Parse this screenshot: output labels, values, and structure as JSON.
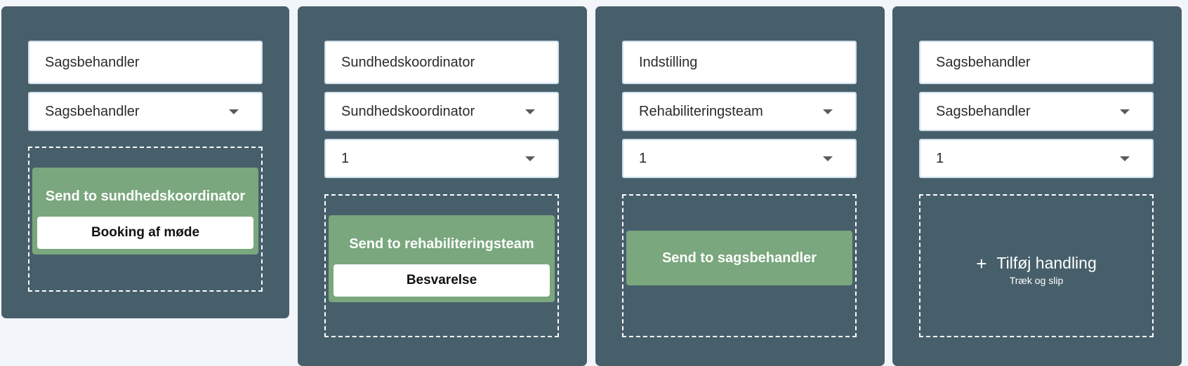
{
  "columns": [
    {
      "name_value": "Sagsbehandler",
      "role_select": "Sagsbehandler",
      "action": {
        "title": "Send to sundhedskoordinator",
        "sub_label": "Booking af møde"
      }
    },
    {
      "name_value": "Sundhedskoordinator",
      "role_select": "Sundhedskoordinator",
      "count_select": "1",
      "action": {
        "title": "Send to rehabiliteringsteam",
        "sub_label": "Besvarelse"
      }
    },
    {
      "name_value": "Indstilling",
      "role_select": "Rehabiliteringsteam",
      "count_select": "1",
      "action": {
        "title": "Send to sagsbehandler"
      }
    },
    {
      "name_value": "Sagsbehandler",
      "role_select": "Sagsbehandler",
      "count_select": "1",
      "add": {
        "label": "Tilføj handling",
        "hint": "Træk og slip",
        "icon": "plus-icon"
      }
    }
  ],
  "colors": {
    "panel": "#475f6b",
    "action_green": "#7aa77d",
    "page_bg": "#f2f5f9"
  }
}
